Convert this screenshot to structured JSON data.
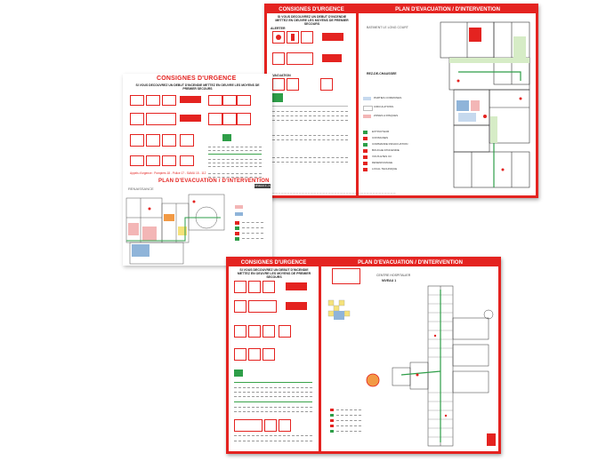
{
  "sheets": {
    "top_right": {
      "left_title": "CONSIGNES D'URGENCE",
      "right_title": "PLAN D'EVACUATION / D'INTERVENTION",
      "intro": "SI VOUS DECOUVREZ UN DEBUT D'INCENDIE METTEZ EN OEUVRE LES MOYENS DE PREMIER SECOURS",
      "section_alert": "ALERTER",
      "section_evac": "EVACUATION",
      "building": "BATIMENT LE LONG COURT",
      "floor": "REZ-DE-CHAUSSEE",
      "legend": [
        "PARTIES COMMUNES",
        "CIRCULATIONS",
        "ZONES A RISQUES",
        "EXTINCTEUR",
        "CONSIGNES",
        "COMMANDE D'EVACUATION",
        "BOUCHE D'INCENDIE",
        "VOUS ETES ICI",
        "DESENFUMAGE",
        "LOCAL TECHNIQUE"
      ]
    },
    "top_left": {
      "title": "CONSIGNES D'URGENCE",
      "intro": "SI VOUS DECOUVREZ UN DEBUT D'INCENDIE METTEZ EN OEUVRE LES MOYENS DE PREMIER SECOURS",
      "numbers": [
        "18",
        "112",
        "15",
        "17"
      ],
      "numbers_line": "Appels d'urgence : Pompiers 18 - Police 17 - SAMU 15 - 112",
      "plan_title": "PLAN D'EVACUATION / D'INTERVENTION",
      "logo": "RENAISSANCE",
      "level": "NIVEAU 0 - A"
    },
    "bottom": {
      "left_title": "CONSIGNES D'URGENCE",
      "right_title": "PLAN D'EVACUATION / D'INTERVENTION",
      "intro": "SI VOUS DECOUVREZ UN DEBUT D'INCENDIE METTEZ EN OEUVRE LES MOYENS DE PREMIER SECOURS",
      "place": "CENTRE HOSPITALIER",
      "level": "NIVEAU 1"
    }
  },
  "colors": {
    "red": "#e42320",
    "green": "#2e9e48",
    "blue": "#8fb4d9",
    "pink": "#f3b6b6",
    "yellow": "#f5e27a",
    "orange": "#f29a45"
  }
}
